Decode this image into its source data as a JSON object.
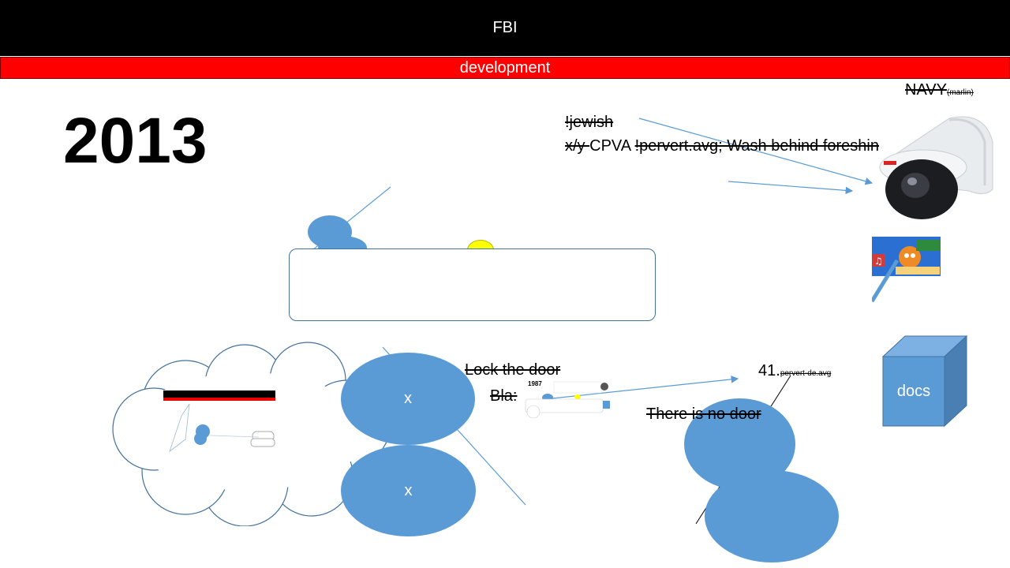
{
  "header": {
    "title": "FBI",
    "subtitle": "development"
  },
  "year": "2013",
  "navy": {
    "main": "NAVY",
    "sub": "(marlin)"
  },
  "notes": {
    "line1": "!jewish",
    "line2_strike_a": "x/y ",
    "line2_plain": "CPVA ",
    "line2_strike_b": "!pervert.avg; Wash behind foreshin"
  },
  "mid": {
    "lock": "Lock the door",
    "bla": "Bla:",
    "thumb_year": "1987",
    "no_door": "There is no door",
    "num": "41.",
    "num_sub": "pervert-de.avg"
  },
  "ellipses": {
    "top_label": "x",
    "bottom_label": "x"
  },
  "cube": {
    "label": "docs"
  },
  "colors": {
    "accent": "#5b9bd5",
    "red": "#ff0000",
    "yellow": "#ffff00"
  }
}
